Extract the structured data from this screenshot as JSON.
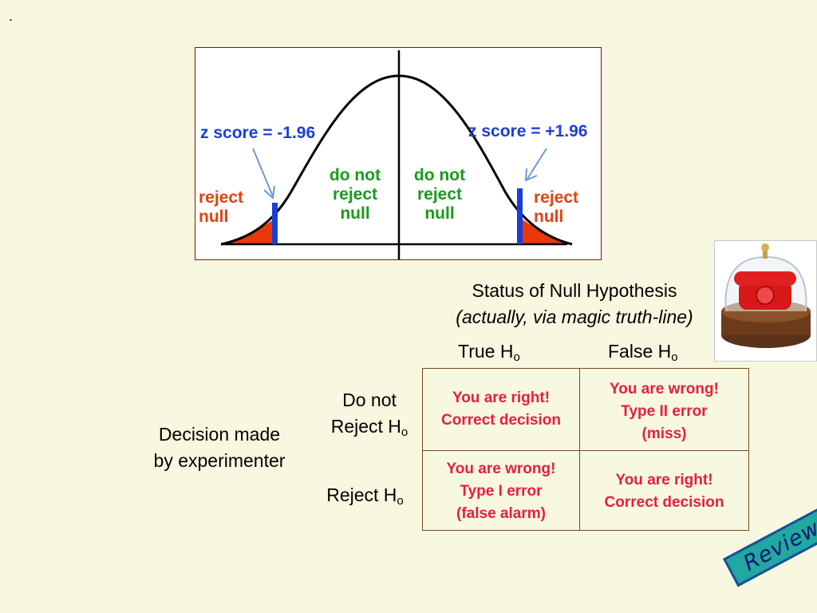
{
  "dot": ".",
  "figure": {
    "left_zscore": "z score = -1.96",
    "right_zscore": "z score = +1.96",
    "left_reject": "reject\n null",
    "right_reject": "reject\nnull",
    "left_do_not": "do not\nreject\nnull",
    "right_do_not": "do not\nreject\nnull",
    "colors": {
      "curve": "#000000",
      "critical_bar": "#1a3fd6",
      "tail_fill": "#e8380c",
      "arrow": "#6a98d8"
    }
  },
  "table": {
    "heading": "Status of Null Hypothesis",
    "subheading": "(actually, via magic truth-line)",
    "col_true": "True H",
    "col_false": "False H",
    "subscript": "o",
    "row1_line1": "Do not",
    "row1_line2": "Reject H",
    "row2": "Reject H",
    "decision_line1": "Decision made",
    "decision_line2": "by experimenter",
    "cell_1_1": "You are right!\nCorrect decision",
    "cell_1_2": "You are wrong!\nType II error\n(miss)",
    "cell_2_1": "You are wrong!\nType I error\n(false alarm)",
    "cell_2_2": "You are right!\nCorrect decision",
    "cell_color": "#e81e3c"
  },
  "badge": {
    "review": "Review"
  }
}
